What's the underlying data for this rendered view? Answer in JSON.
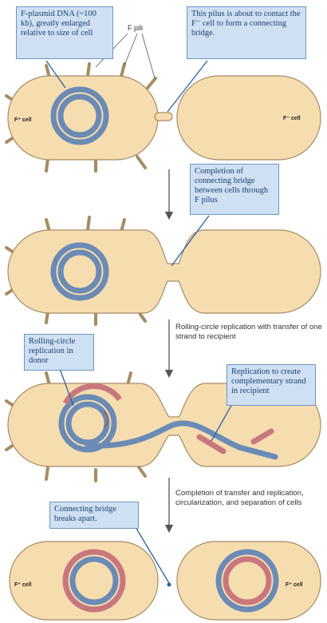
{
  "callouts": {
    "plasmid": "F-plasmid DNA (~100 kb), greatly enlarged relative to size of cell",
    "pilus_contact": "This pilus is about to contact the F⁻ cell to form a connecting bridge.",
    "bridge_completion": "Completion of connecting bridge between cells through F pilus",
    "rolling_circle": "Rolling-circle replication in donor",
    "replication_recipient": "Replication to create complementary strand in recipient",
    "bridge_breaks": "Connecting bridge breaks apart."
  },
  "labels": {
    "f_pili": "F pili",
    "f_plus_cell": "F⁺ cell",
    "f_minus_cell": "F⁻ cell",
    "f_plus_cell_left": "F⁺ cell",
    "f_plus_cell_right": "F⁺ cell"
  },
  "steps": {
    "rolling_transfer": "Rolling-circle replication with transfer of one strand to recipient",
    "completion": "Completion of transfer and replication, circularization, and separation of cells"
  },
  "colors": {
    "cell_fill": "#f6ddb0",
    "cell_stroke": "#a78b63",
    "dna_blue": "#6b8bb5",
    "dna_red": "#c9777e",
    "callout_fill": "#cfe0f3",
    "callout_text": "#1d3f73"
  }
}
